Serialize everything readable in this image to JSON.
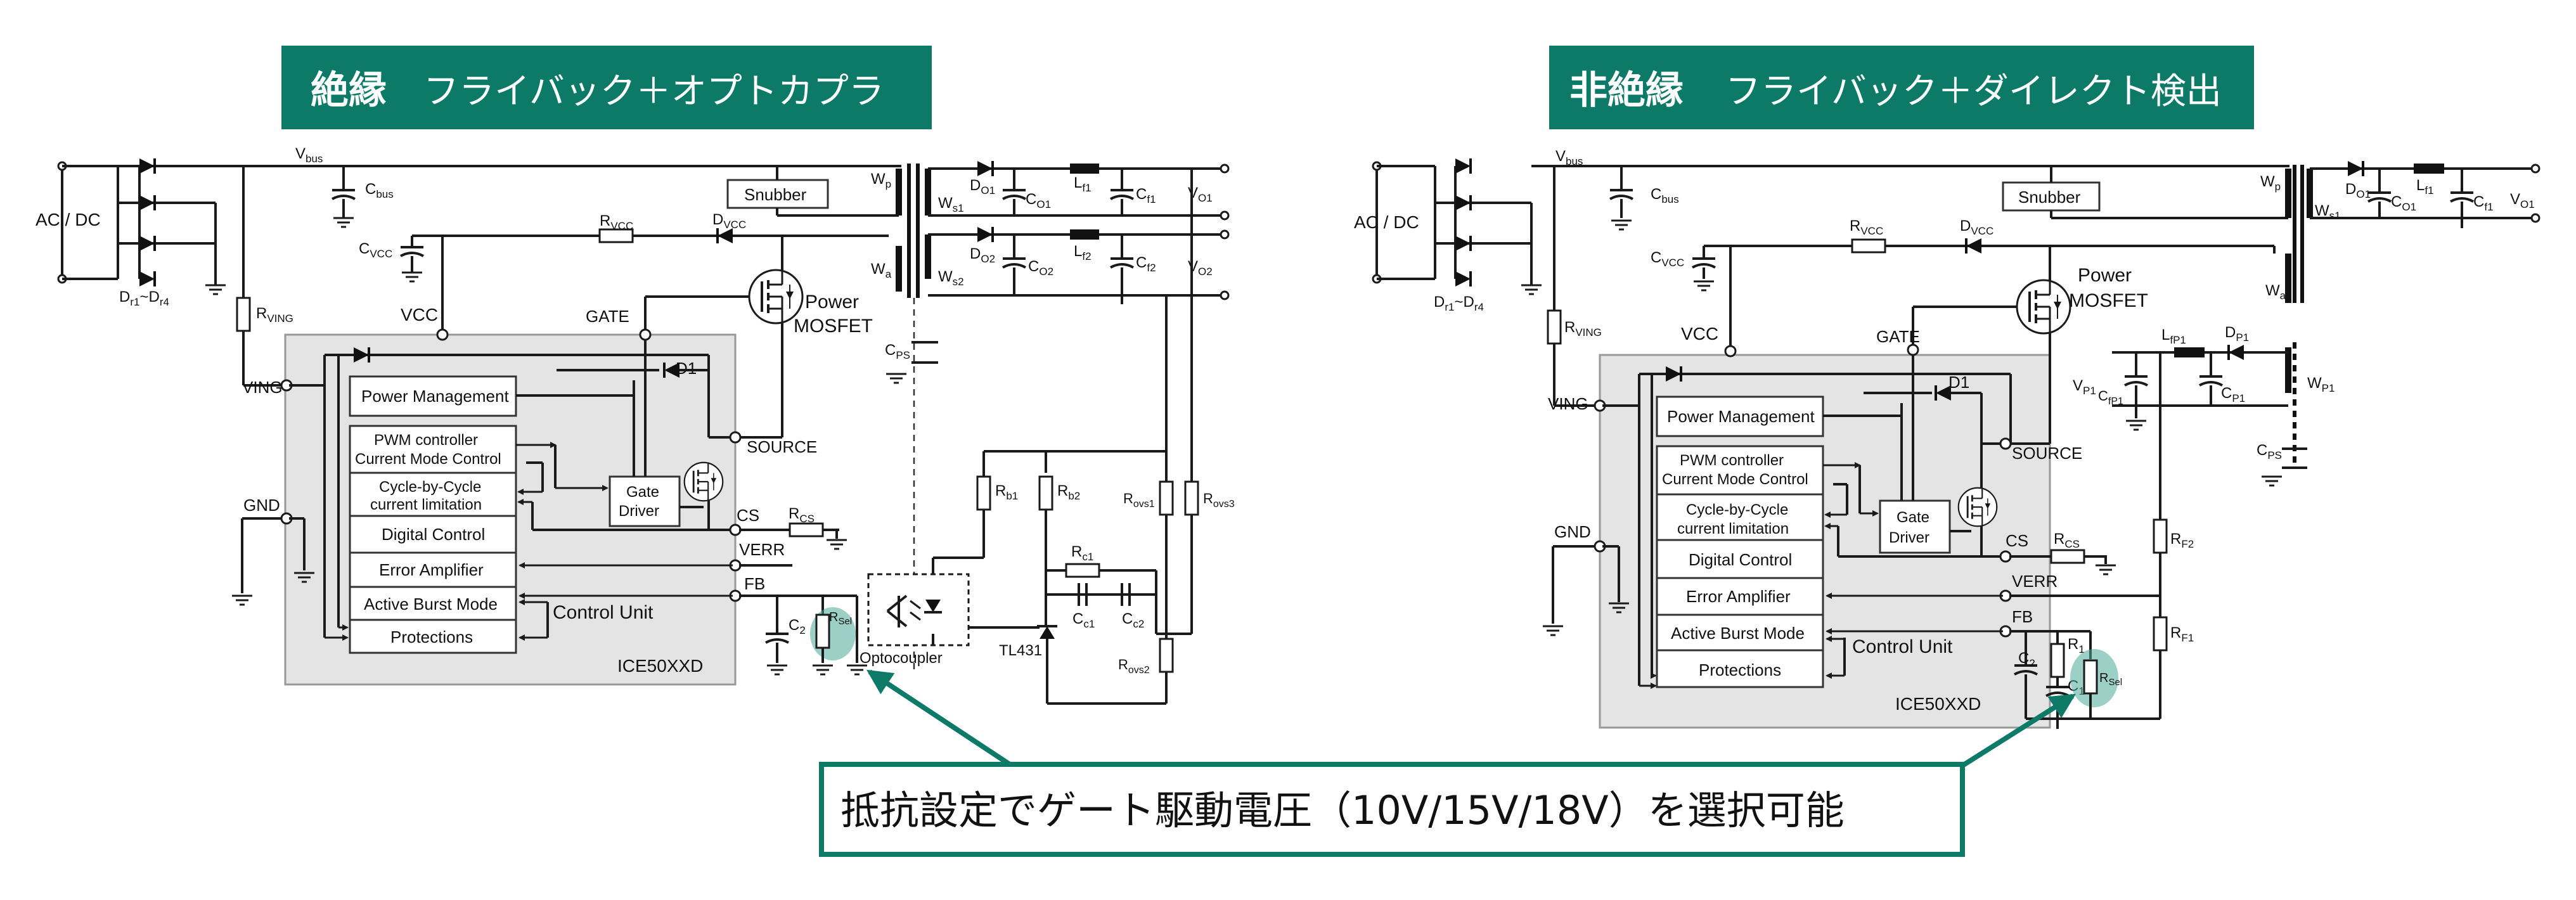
{
  "colors": {
    "accent": "#0d7a68",
    "control_unit_fill": "#e4e4e4",
    "wire": "#1a1a1a",
    "highlight": "#4aa898"
  },
  "left": {
    "banner_bold": "絶縁",
    "banner_rest": "フライバック＋オプトカプラ",
    "labels": {
      "ac_dc": "AC / DC",
      "vbus": "V",
      "vbus_sub": "bus",
      "cbus": "C",
      "cbus_sub": "bus",
      "dr": "D",
      "dr_sub1": "r1",
      "dr_tilde": "~D",
      "dr_sub2": "r4",
      "rving": "R",
      "rving_sub": "VING",
      "cvcc": "C",
      "cvcc_sub": "VCC",
      "rvcc": "R",
      "rvcc_sub": "VCC",
      "dvcc": "D",
      "dvcc_sub": "VCC",
      "snubber": "Snubber",
      "wp": "W",
      "wp_sub": "p",
      "ws1": "W",
      "ws1_sub": "s1",
      "do1": "D",
      "do1_sub": "O1",
      "co1": "C",
      "co1_sub": "O1",
      "lf1": "L",
      "lf1_sub": "f1",
      "cf1": "C",
      "cf1_sub": "f1",
      "vo1": "V",
      "vo1_sub": "O1",
      "wa": "W",
      "wa_sub": "a",
      "ws2": "W",
      "ws2_sub": "s2",
      "do2": "D",
      "do2_sub": "O2",
      "co2": "C",
      "co2_sub": "O2",
      "lf2": "L",
      "lf2_sub": "f2",
      "cf2": "C",
      "cf2_sub": "f2",
      "vo2": "V",
      "vo2_sub": "O2",
      "cps": "C",
      "cps_sub": "PS",
      "vcc": "VCC",
      "gate": "GATE",
      "power": "Power",
      "mosfet": "MOSFET",
      "ving": "VING",
      "gnd": "GND",
      "d1": "D1",
      "source": "SOURCE",
      "cs": "CS",
      "rcs": "R",
      "rcs_sub": "CS",
      "verr": "VERR",
      "fb": "FB",
      "c2": "C",
      "c2_sub": "2",
      "rsel": "R",
      "rsel_sub": "Sel",
      "optocoupler": "Optocoupler",
      "tl431": "TL431",
      "rb1": "R",
      "rb1_sub": "b1",
      "rb2": "R",
      "rb2_sub": "b2",
      "rovs1": "R",
      "rovs1_sub": "ovs1",
      "rovs3": "R",
      "rovs3_sub": "ovs3",
      "rovs2": "R",
      "rovs2_sub": "ovs2",
      "rc1": "R",
      "rc1_sub": "c1",
      "cc1": "C",
      "cc1_sub": "c1",
      "cc2": "C",
      "cc2_sub": "c2",
      "power_management": "Power Management",
      "pwm_1": "PWM controller",
      "pwm_2": "Current Mode Control",
      "cbc_1": "Cycle-by-Cycle",
      "cbc_2": "current limitation",
      "digital_control": "Digital Control",
      "error_amplifier": "Error Amplifier",
      "active_burst": "Active Burst Mode",
      "protections": "Protections",
      "gate_driver_1": "Gate",
      "gate_driver_2": "Driver",
      "control_unit": "Control Unit",
      "ic": "ICE50XXD"
    }
  },
  "right": {
    "banner_bold": "非絶縁",
    "banner_rest": "フライバック＋ダイレクト検出",
    "labels": {
      "ac_dc": "AC / DC",
      "vbus": "V",
      "vbus_sub": "bus",
      "cbus": "C",
      "cbus_sub": "bus",
      "dr": "D",
      "dr_sub1": "r1",
      "dr_tilde": "~D",
      "dr_sub2": "r4",
      "rving": "R",
      "rving_sub": "VING",
      "cvcc": "C",
      "cvcc_sub": "VCC",
      "rvcc": "R",
      "rvcc_sub": "VCC",
      "dvcc": "D",
      "dvcc_sub": "VCC",
      "snubber": "Snubber",
      "wp": "W",
      "wp_sub": "p",
      "ws1": "W",
      "ws1_sub": "s1",
      "do1": "D",
      "do1_sub": "O1",
      "co1": "C",
      "co1_sub": "O1",
      "lf1": "L",
      "lf1_sub": "f1",
      "cf1": "C",
      "cf1_sub": "f1",
      "vo1": "V",
      "vo1_sub": "O1",
      "power": "Power",
      "mosfet": "MOSFET",
      "wa": "W",
      "wa_sub": "a",
      "lfp1": "L",
      "lfp1_sub": "fP1",
      "dp1": "D",
      "dp1_sub": "P1",
      "vp1": "V",
      "vp1_sub": "P1",
      "cfp1": "C",
      "cfp1_sub": "fP1",
      "cp1": "C",
      "cp1_sub": "P1",
      "wp1": "W",
      "wp1_sub": "P1",
      "cps": "C",
      "cps_sub": "PS",
      "vcc": "VCC",
      "gate": "GATE",
      "ving": "VING",
      "gnd": "GND",
      "d1": "D1",
      "source": "SOURCE",
      "cs": "CS",
      "rcs": "R",
      "rcs_sub": "CS",
      "verr": "VERR",
      "fb": "FB",
      "c2": "C",
      "c2_sub": "2",
      "r1": "R",
      "r1_sub": "1",
      "c1": "C",
      "c1_sub": "1",
      "rsel": "R",
      "rsel_sub": "Sel",
      "rf2": "R",
      "rf2_sub": "F2",
      "rf1": "R",
      "rf1_sub": "F1",
      "power_management": "Power Management",
      "pwm_1": "PWM controller",
      "pwm_2": "Current Mode Control",
      "cbc_1": "Cycle-by-Cycle",
      "cbc_2": "current limitation",
      "digital_control": "Digital Control",
      "error_amplifier": "Error Amplifier",
      "active_burst": "Active Burst Mode",
      "protections": "Protections",
      "gate_driver_1": "Gate",
      "gate_driver_2": "Driver",
      "control_unit": "Control Unit",
      "ic": "ICE50XXD"
    }
  },
  "callout": {
    "text": "抵抗設定でゲート駆動電圧（10V/15V/18V）を選択可能"
  }
}
